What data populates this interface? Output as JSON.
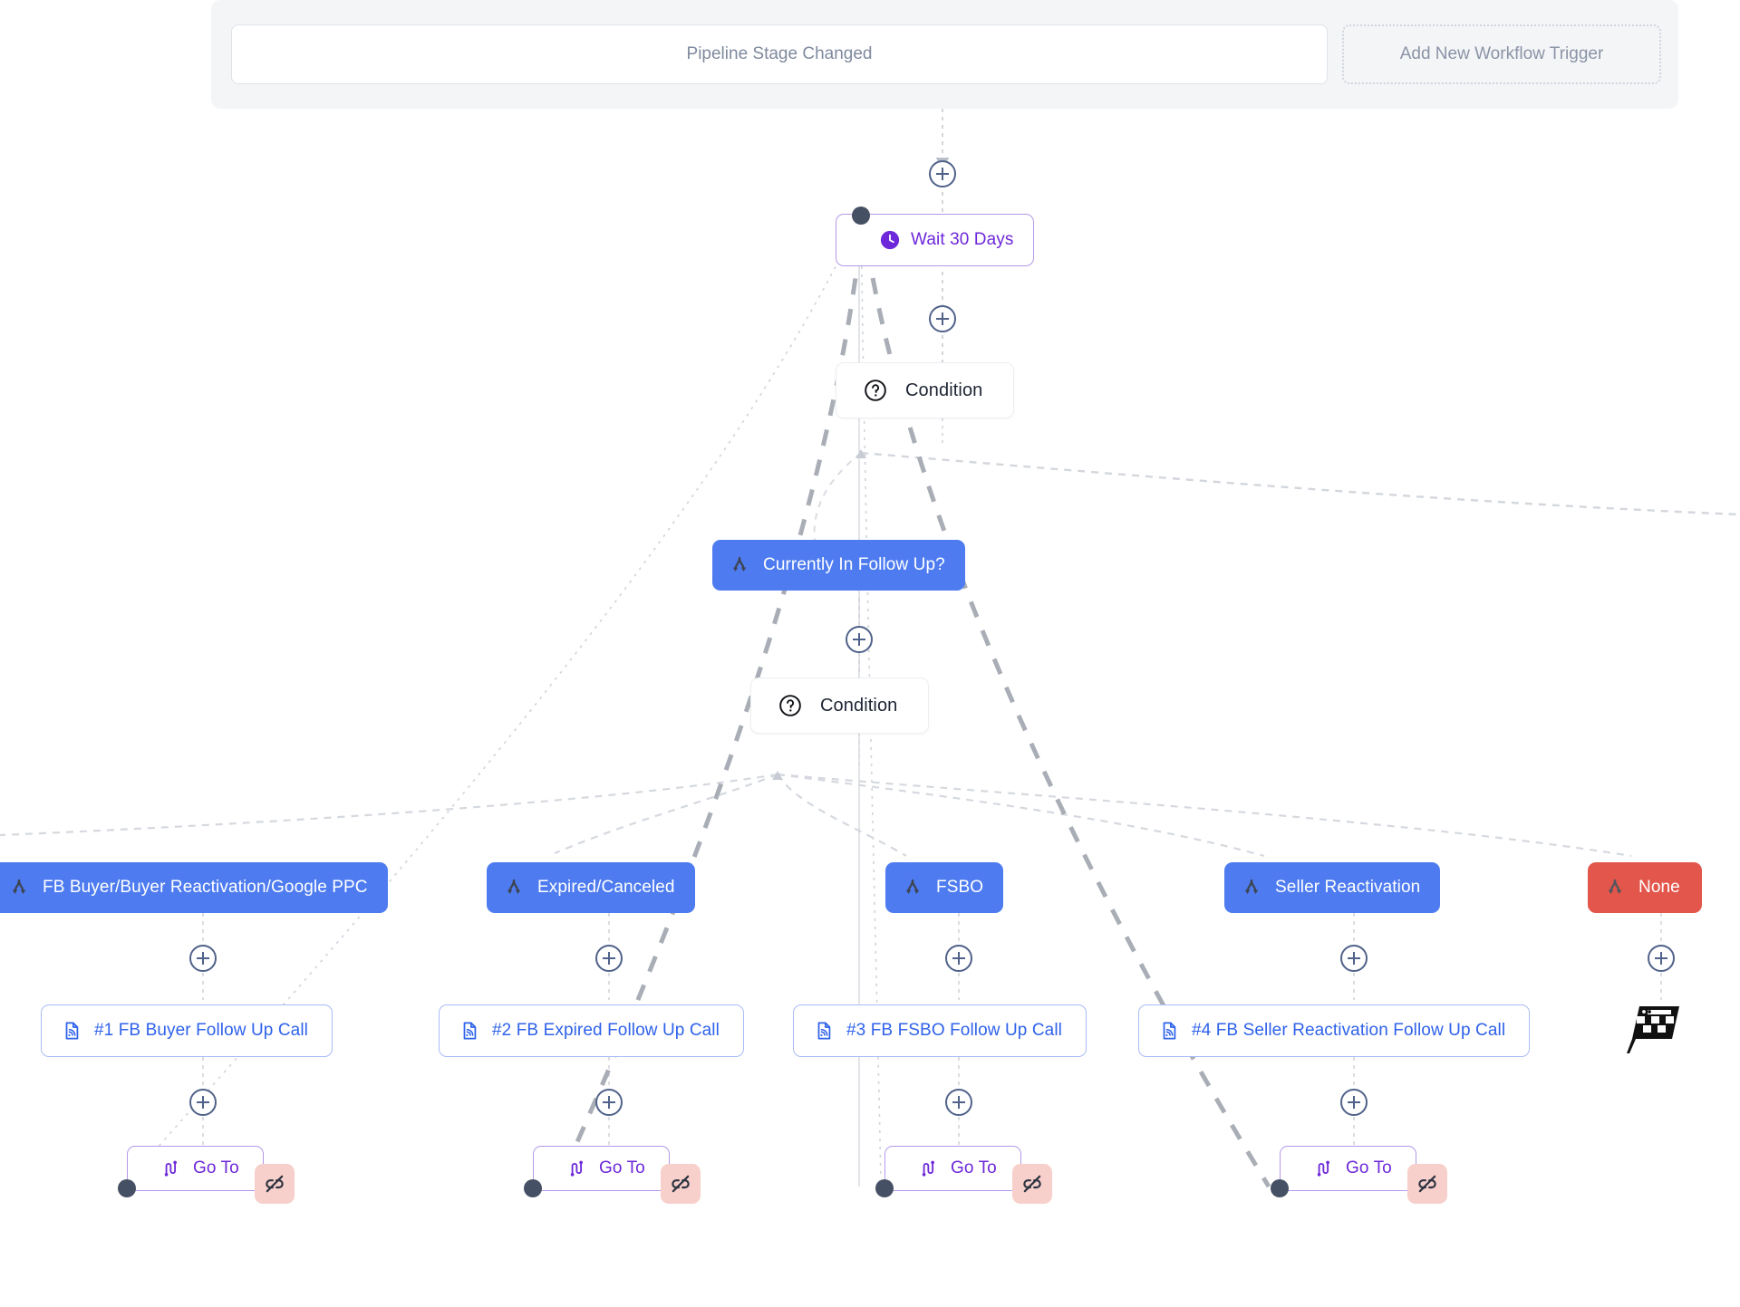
{
  "app": {
    "title": "Workflow Builder Canvas",
    "background": "#ffffff"
  },
  "colors": {
    "blue_node": "#4e7cf0",
    "red_node": "#e2564b",
    "purple_accent": "#6d28d9",
    "purple_border": "#b49ae8",
    "call_border": "#a9bdf5",
    "call_text": "#2f62ea",
    "plus_stroke": "#50628a",
    "anchor_dot": "#465064",
    "badge_pink": "#f7cfcb",
    "edge_gray": "#c7ccd4",
    "header_bg": "#f4f5f7"
  },
  "trigger_bar": {
    "trigger_label": "Pipeline Stage Changed",
    "add_trigger_label": "Add New Workflow Trigger"
  },
  "nodes": {
    "wait": {
      "label": "Wait 30 Days",
      "icon": "clock-icon"
    },
    "condition_1": {
      "label": "Condition",
      "icon": "question-circle-icon"
    },
    "currently_in_follow_up": {
      "label": "Currently In Follow Up?",
      "icon": "branch-icon"
    },
    "condition_2": {
      "label": "Condition",
      "icon": "question-circle-icon"
    },
    "branches": [
      {
        "label": "FB Buyer/Buyer Reactivation/Google PPC",
        "icon": "branch-icon",
        "color": "blue"
      },
      {
        "label": "Expired/Canceled",
        "icon": "branch-icon",
        "color": "blue"
      },
      {
        "label": "FSBO",
        "icon": "branch-icon",
        "color": "blue"
      },
      {
        "label": "Seller Reactivation",
        "icon": "branch-icon",
        "color": "blue"
      },
      {
        "label": "None",
        "icon": "branch-icon",
        "color": "red"
      }
    ],
    "calls": [
      {
        "label": "#1 FB Buyer Follow Up Call",
        "icon": "document-rss-icon"
      },
      {
        "label": "#2 FB Expired Follow Up Call",
        "icon": "document-rss-icon"
      },
      {
        "label": "#3 FB FSBO Follow Up Call",
        "icon": "document-rss-icon"
      },
      {
        "label": "#4 FB Seller Reactivation Follow Up Call",
        "icon": "document-rss-icon"
      }
    ],
    "gotos": [
      {
        "label": "Go To",
        "icon": "goto-icon",
        "badge": "broken-link-icon"
      },
      {
        "label": "Go To",
        "icon": "goto-icon",
        "badge": "broken-link-icon"
      },
      {
        "label": "Go To",
        "icon": "goto-icon",
        "badge": "broken-link-icon"
      },
      {
        "label": "Go To",
        "icon": "goto-icon",
        "badge": "broken-link-icon"
      }
    ],
    "finish": {
      "icon": "checkered-flag-icon"
    }
  }
}
